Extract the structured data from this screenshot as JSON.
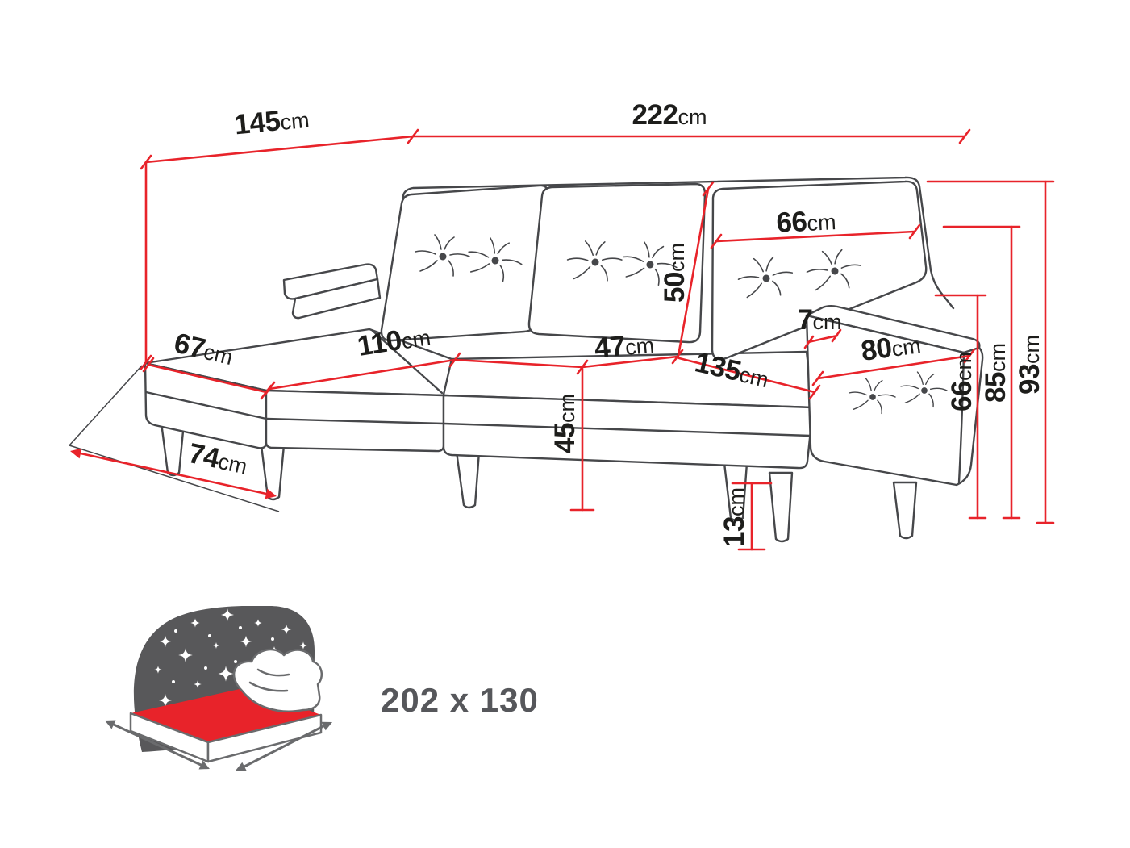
{
  "colors": {
    "dimension_red": "#e8232a",
    "outline_gray": "#46474a",
    "label_black": "#1d1d1b",
    "icon_gray": "#58585a",
    "icon_red": "#e8232a"
  },
  "dimensions": {
    "back_total_width": {
      "value": "222",
      "unit": "cm"
    },
    "chaise_total_length": {
      "value": "145",
      "unit": "cm"
    },
    "backrest_cushion_width": {
      "value": "66",
      "unit": "cm"
    },
    "backrest_cushion_height": {
      "value": "50",
      "unit": "cm"
    },
    "seat_depth": {
      "value": "47",
      "unit": "cm"
    },
    "seat_width": {
      "value": "135",
      "unit": "cm"
    },
    "armrest_top_width": {
      "value": "7",
      "unit": "cm"
    },
    "armrest_length": {
      "value": "80",
      "unit": "cm"
    },
    "chaise_seat_length": {
      "value": "110",
      "unit": "cm"
    },
    "chaise_front_width": {
      "value": "67",
      "unit": "cm"
    },
    "chaise_base_width": {
      "value": "74",
      "unit": "cm"
    },
    "seat_height": {
      "value": "45",
      "unit": "cm"
    },
    "leg_height": {
      "value": "13",
      "unit": "cm"
    },
    "armrest_height": {
      "value": "66",
      "unit": "cm"
    },
    "backrest_height": {
      "value": "85",
      "unit": "cm"
    },
    "total_height": {
      "value": "93",
      "unit": "cm"
    }
  },
  "sleeping_area": {
    "size_label": "202 x 130"
  }
}
